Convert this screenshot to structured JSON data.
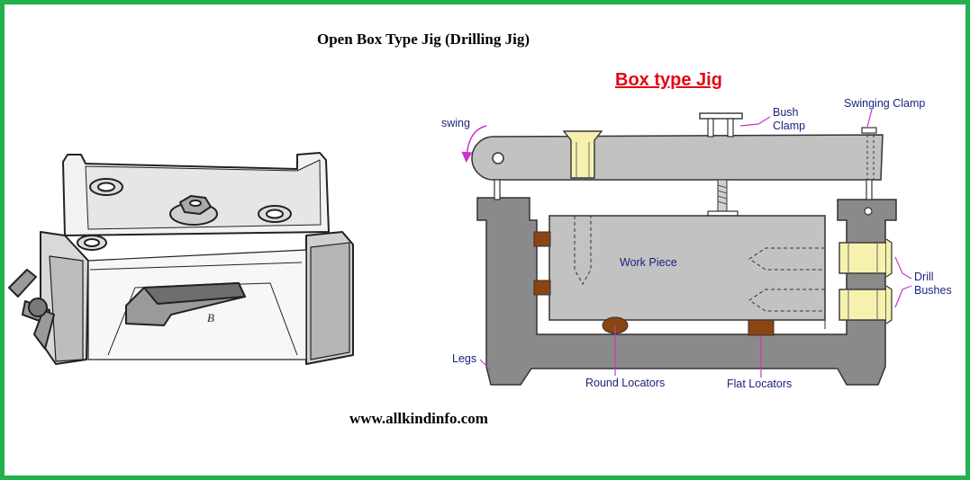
{
  "title": "Open Box Type Jig (Drilling Jig)",
  "footer": "www.allkindinfo.com",
  "sketch": {
    "part_label": "B"
  },
  "diagram": {
    "title": "Box type Jig",
    "labels": {
      "swing": "swing",
      "bush_clamp": "Bush\nClamp",
      "swinging_clamp": "Swinging Clamp",
      "work_piece": "Work Piece",
      "drill_bushes": "Drill\nBushes",
      "legs": "Legs",
      "round_locators": "Round Locators",
      "flat_locators": "Flat Locators"
    }
  },
  "colors": {
    "border": "#22b14c",
    "jig_title": "#e30613",
    "label_text": "#1a237e",
    "arrow": "#cc33cc",
    "body_grey": "#8a8a8a",
    "clamp_grey": "#c2c2c2",
    "bush_yellow": "#f7f1b0",
    "locator_brown": "#8b4513"
  }
}
